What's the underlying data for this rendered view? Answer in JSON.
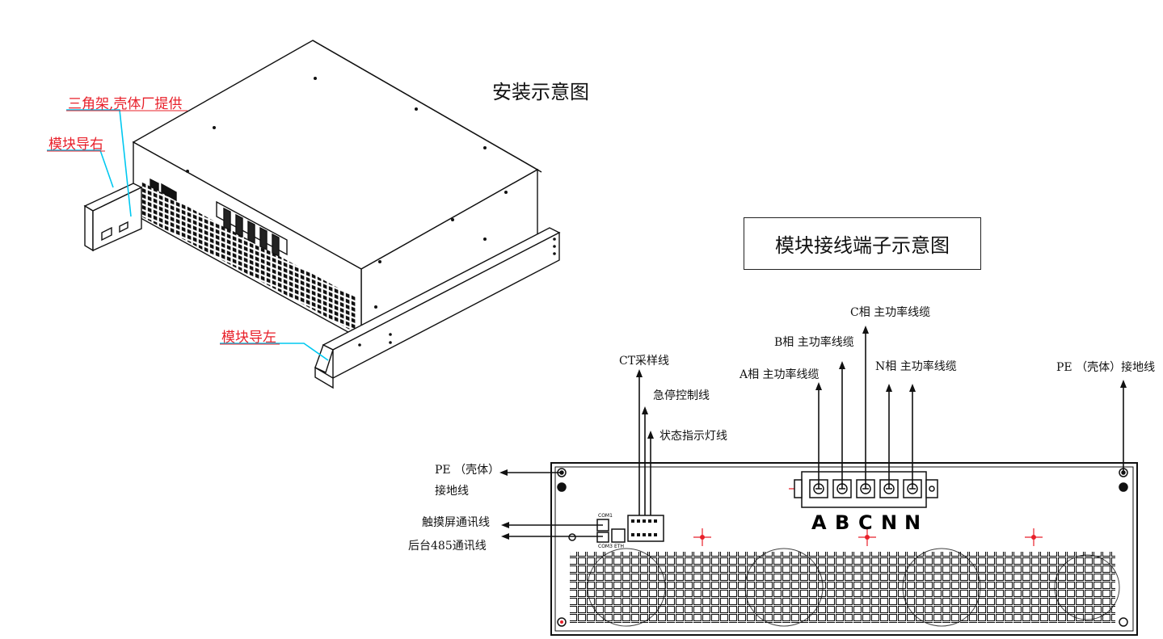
{
  "install": {
    "title": "安装示意图",
    "labels": {
      "bracket": "三角架,壳体厂提供",
      "rail_right": "模块导右",
      "rail_left": "模块导左"
    }
  },
  "terminal": {
    "title": "模块接线端子示意图",
    "cables": {
      "a_phase": "A相 主功率线缆",
      "b_phase": "B相 主功率线缆",
      "c_phase": "C相 主功率线缆",
      "n_phase": "N相 主功率线缆",
      "pe_right": "PE （壳体）接地线",
      "pe_left_line1": "PE （壳体）",
      "pe_left_line2": "接地线",
      "ct": "CT采样线",
      "estop": "急停控制线",
      "status": "状态指示灯线",
      "touch": "触摸屏通讯线",
      "rs485": "后台485通讯线"
    },
    "letters": [
      "A",
      "B",
      "C",
      "N",
      "N"
    ],
    "ports": {
      "com1": "COM1",
      "com3": "COM3",
      "eth": "ETH"
    }
  },
  "colors": {
    "label_red": "#e8202a",
    "leader_cyan": "#00c8f0",
    "line": "#111111"
  }
}
